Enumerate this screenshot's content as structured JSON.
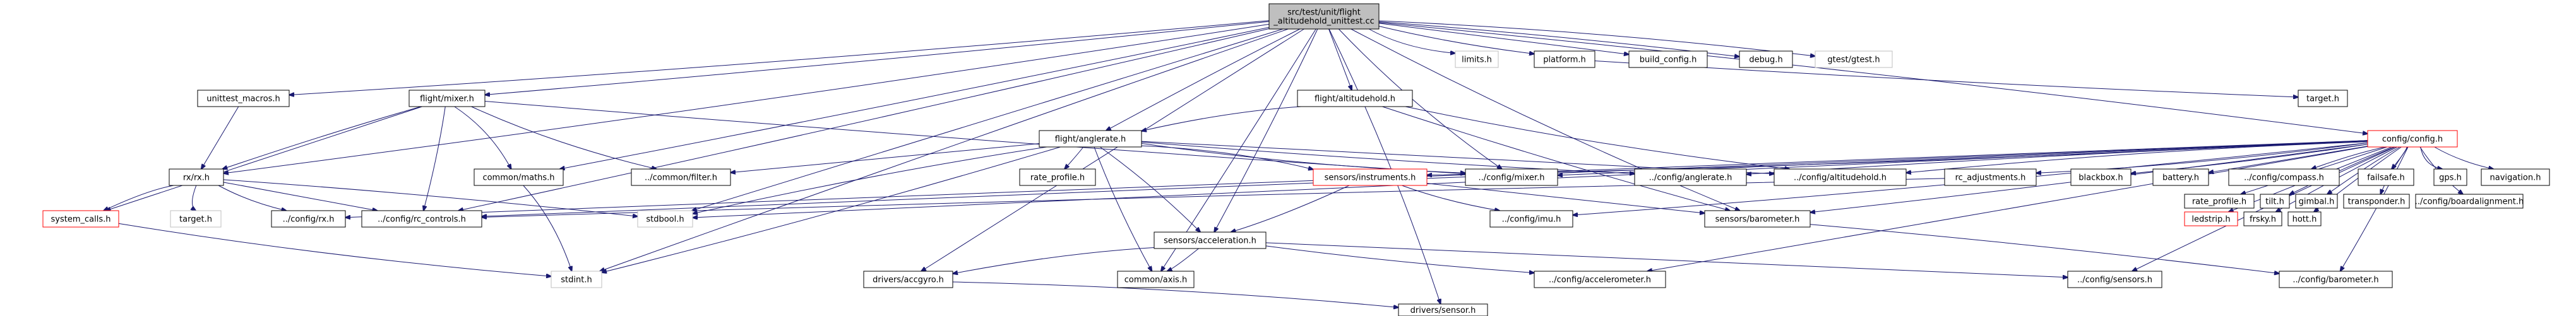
{
  "colors": {
    "edge": "#191970",
    "border_default": "#000000",
    "border_external": "#bfbfbf",
    "border_linked": "#ff0000",
    "fill_root": "#bfbfbf",
    "fill_default": "#ffffff",
    "text_external": "#808080"
  },
  "nodes": [
    {
      "id": "root",
      "lines": [
        "src/test/unit/flight",
        "_altitudehold_unittest.cc"
      ],
      "kind": "root"
    },
    {
      "id": "limits",
      "lines": [
        "limits.h"
      ],
      "kind": "external"
    },
    {
      "id": "platform",
      "lines": [
        "platform.h"
      ],
      "kind": "default"
    },
    {
      "id": "build_config",
      "lines": [
        "build_config.h"
      ],
      "kind": "default"
    },
    {
      "id": "debug",
      "lines": [
        "debug.h"
      ],
      "kind": "default"
    },
    {
      "id": "gtest",
      "lines": [
        "gtest/gtest.h"
      ],
      "kind": "external"
    },
    {
      "id": "target",
      "lines": [
        "target.h"
      ],
      "kind": "default"
    },
    {
      "id": "unittest_macros",
      "lines": [
        "unittest_macros.h"
      ],
      "kind": "default"
    },
    {
      "id": "mixer",
      "lines": [
        "flight/mixer.h"
      ],
      "kind": "default"
    },
    {
      "id": "altitudehold",
      "lines": [
        "flight/altitudehold.h"
      ],
      "kind": "default"
    },
    {
      "id": "anglerate",
      "lines": [
        "flight/anglerate.h"
      ],
      "kind": "default"
    },
    {
      "id": "config_h",
      "lines": [
        "config/config.h"
      ],
      "kind": "linked"
    },
    {
      "id": "rx_h",
      "lines": [
        "rx/rx.h"
      ],
      "kind": "default"
    },
    {
      "id": "common_maths",
      "lines": [
        "common/maths.h"
      ],
      "kind": "default"
    },
    {
      "id": "common_filter",
      "lines": [
        "../common/filter.h"
      ],
      "kind": "default"
    },
    {
      "id": "rate_profile",
      "lines": [
        "rate_profile.h"
      ],
      "kind": "default"
    },
    {
      "id": "sensors_instruments",
      "lines": [
        "sensors/instruments.h"
      ],
      "kind": "linked"
    },
    {
      "id": "config_mixer",
      "lines": [
        "../config/mixer.h"
      ],
      "kind": "default"
    },
    {
      "id": "config_anglerate",
      "lines": [
        "../config/anglerate.h"
      ],
      "kind": "default"
    },
    {
      "id": "config_altitudehold",
      "lines": [
        "../config/altitudehold.h"
      ],
      "kind": "default"
    },
    {
      "id": "rc_adjustments",
      "lines": [
        "rc_adjustments.h"
      ],
      "kind": "default"
    },
    {
      "id": "blackbox",
      "lines": [
        "blackbox.h"
      ],
      "kind": "default"
    },
    {
      "id": "battery",
      "lines": [
        "battery.h"
      ],
      "kind": "default"
    },
    {
      "id": "config_compass",
      "lines": [
        "../config/compass.h"
      ],
      "kind": "default"
    },
    {
      "id": "failsafe",
      "lines": [
        "failsafe.h"
      ],
      "kind": "default"
    },
    {
      "id": "gps",
      "lines": [
        "gps.h"
      ],
      "kind": "default"
    },
    {
      "id": "navigation",
      "lines": [
        "navigation.h"
      ],
      "kind": "default"
    },
    {
      "id": "rate_profile2",
      "lines": [
        "rate_profile.h"
      ],
      "kind": "default"
    },
    {
      "id": "tilt",
      "lines": [
        "tilt.h"
      ],
      "kind": "default"
    },
    {
      "id": "gimbal",
      "lines": [
        "gimbal.h"
      ],
      "kind": "default"
    },
    {
      "id": "transponder",
      "lines": [
        "transponder.h"
      ],
      "kind": "default"
    },
    {
      "id": "config_boardalignment",
      "lines": [
        "../config/boardalignment.h"
      ],
      "kind": "default"
    },
    {
      "id": "ledstrip",
      "lines": [
        "ledstrip.h"
      ],
      "kind": "linked"
    },
    {
      "id": "frsky",
      "lines": [
        "frsky.h"
      ],
      "kind": "default"
    },
    {
      "id": "hott",
      "lines": [
        "hott.h"
      ],
      "kind": "default"
    },
    {
      "id": "system_calls",
      "lines": [
        "system_calls.h"
      ],
      "kind": "linked"
    },
    {
      "id": "target2",
      "lines": [
        "target.h"
      ],
      "kind": "external"
    },
    {
      "id": "config_rx",
      "lines": [
        "../config/rx.h"
      ],
      "kind": "default"
    },
    {
      "id": "config_rc_controls",
      "lines": [
        "../config/rc_controls.h"
      ],
      "kind": "default"
    },
    {
      "id": "stdbool",
      "lines": [
        "stdbool.h"
      ],
      "kind": "external"
    },
    {
      "id": "config_imu",
      "lines": [
        "../config/imu.h"
      ],
      "kind": "default"
    },
    {
      "id": "sensors_barometer",
      "lines": [
        "sensors/barometer.h"
      ],
      "kind": "default"
    },
    {
      "id": "sensors_acceleration",
      "lines": [
        "sensors/acceleration.h"
      ],
      "kind": "default"
    },
    {
      "id": "stdint",
      "lines": [
        "stdint.h"
      ],
      "kind": "external"
    },
    {
      "id": "drivers_accgyro",
      "lines": [
        "drivers/accgyro.h"
      ],
      "kind": "default"
    },
    {
      "id": "common_axis",
      "lines": [
        "common/axis.h"
      ],
      "kind": "default"
    },
    {
      "id": "config_accelerometer",
      "lines": [
        "../config/accelerometer.h"
      ],
      "kind": "default"
    },
    {
      "id": "config_sensors",
      "lines": [
        "../config/sensors.h"
      ],
      "kind": "default"
    },
    {
      "id": "config_barometer",
      "lines": [
        "../config/barometer.h"
      ],
      "kind": "default"
    },
    {
      "id": "drivers_sensor",
      "lines": [
        "drivers/sensor.h"
      ],
      "kind": "default"
    }
  ],
  "edges": [
    [
      "root",
      "limits"
    ],
    [
      "root",
      "platform"
    ],
    [
      "root",
      "build_config"
    ],
    [
      "root",
      "debug"
    ],
    [
      "root",
      "gtest"
    ],
    [
      "root",
      "unittest_macros"
    ],
    [
      "root",
      "mixer"
    ],
    [
      "root",
      "altitudehold"
    ],
    [
      "root",
      "anglerate"
    ],
    [
      "root",
      "config_h"
    ],
    [
      "root",
      "rx_h"
    ],
    [
      "root",
      "common_maths"
    ],
    [
      "root",
      "stdbool"
    ],
    [
      "root",
      "stdint"
    ],
    [
      "root",
      "sensors_acceleration"
    ],
    [
      "root",
      "config_mixer"
    ],
    [
      "root",
      "config_rc_controls"
    ],
    [
      "root",
      "drivers_accgyro"
    ],
    [
      "root",
      "common_axis"
    ],
    [
      "root",
      "drivers_sensor"
    ],
    [
      "root",
      "sensors_barometer"
    ],
    [
      "platform",
      "target"
    ],
    [
      "unittest_macros",
      "rx_h"
    ],
    [
      "mixer",
      "rx_h"
    ],
    [
      "mixer",
      "common_maths"
    ],
    [
      "mixer",
      "common_filter"
    ],
    [
      "mixer",
      "config_mixer"
    ],
    [
      "mixer",
      "system_calls"
    ],
    [
      "mixer",
      "config_rc_controls"
    ],
    [
      "altitudehold",
      "anglerate"
    ],
    [
      "altitudehold",
      "config_altitudehold"
    ],
    [
      "altitudehold",
      "sensors_barometer"
    ],
    [
      "anglerate",
      "common_filter"
    ],
    [
      "anglerate",
      "rate_profile"
    ],
    [
      "anglerate",
      "sensors_instruments"
    ],
    [
      "anglerate",
      "config_mixer"
    ],
    [
      "anglerate",
      "config_anglerate"
    ],
    [
      "anglerate",
      "config_altitudehold"
    ],
    [
      "anglerate",
      "sensors_acceleration"
    ],
    [
      "anglerate",
      "stdbool"
    ],
    [
      "anglerate",
      "stdint"
    ],
    [
      "anglerate",
      "common_axis"
    ],
    [
      "config_h",
      "config_mixer"
    ],
    [
      "config_h",
      "config_anglerate"
    ],
    [
      "config_h",
      "config_altitudehold"
    ],
    [
      "config_h",
      "rc_adjustments"
    ],
    [
      "config_h",
      "blackbox"
    ],
    [
      "config_h",
      "battery"
    ],
    [
      "config_h",
      "config_compass"
    ],
    [
      "config_h",
      "failsafe"
    ],
    [
      "config_h",
      "gps"
    ],
    [
      "config_h",
      "navigation"
    ],
    [
      "config_h",
      "rate_profile2"
    ],
    [
      "config_h",
      "tilt"
    ],
    [
      "config_h",
      "gimbal"
    ],
    [
      "config_h",
      "transponder"
    ],
    [
      "config_h",
      "config_boardalignment"
    ],
    [
      "config_h",
      "ledstrip"
    ],
    [
      "config_h",
      "frsky"
    ],
    [
      "config_h",
      "hott"
    ],
    [
      "config_h",
      "config_imu"
    ],
    [
      "config_h",
      "sensors_barometer"
    ],
    [
      "config_h",
      "config_accelerometer"
    ],
    [
      "config_h",
      "config_sensors"
    ],
    [
      "config_h",
      "config_barometer"
    ],
    [
      "config_h",
      "sensors_instruments"
    ],
    [
      "config_h",
      "stdbool"
    ],
    [
      "config_h",
      "config_rx"
    ],
    [
      "config_h",
      "config_rc_controls"
    ],
    [
      "rx_h",
      "system_calls"
    ],
    [
      "rx_h",
      "target2"
    ],
    [
      "rx_h",
      "config_rx"
    ],
    [
      "rx_h",
      "config_rc_controls"
    ],
    [
      "rx_h",
      "stdbool"
    ],
    [
      "common_maths",
      "stdint"
    ],
    [
      "sensors_instruments",
      "sensors_acceleration"
    ],
    [
      "sensors_instruments",
      "config_imu"
    ],
    [
      "sensors_instruments",
      "sensors_barometer"
    ],
    [
      "rc_adjustments",
      "config_rc_controls"
    ],
    [
      "sensors_acceleration",
      "drivers_accgyro"
    ],
    [
      "sensors_acceleration",
      "common_axis"
    ],
    [
      "sensors_acceleration",
      "config_accelerometer"
    ],
    [
      "sensors_acceleration",
      "config_sensors"
    ],
    [
      "sensors_barometer",
      "config_barometer"
    ],
    [
      "drivers_accgyro",
      "drivers_sensor"
    ],
    [
      "system_calls",
      "stdint"
    ]
  ]
}
